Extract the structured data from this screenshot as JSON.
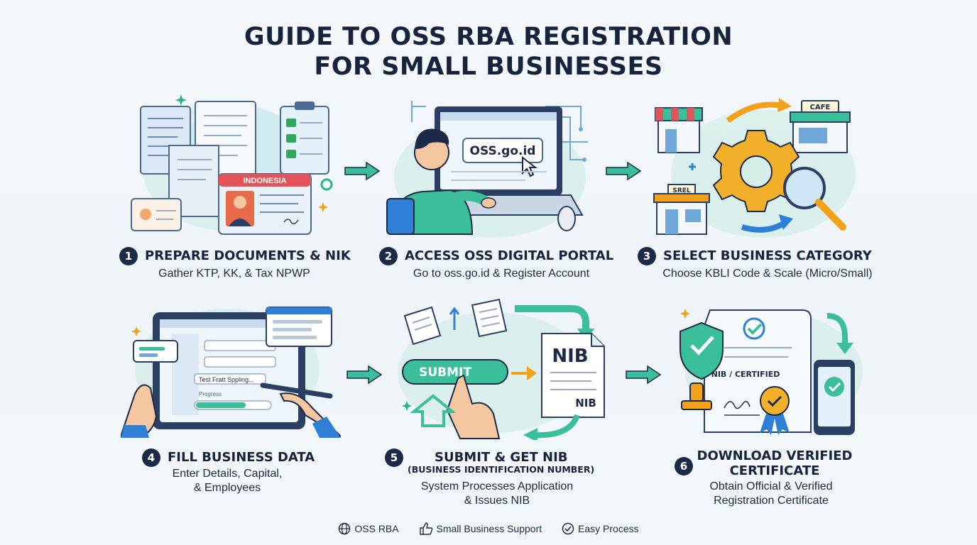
{
  "title": {
    "line1": "GUIDE TO OSS RBA REGISTRATION",
    "line2": "FOR SMALL BUSINESSES"
  },
  "steps": [
    {
      "num": "1",
      "title": "PREPARE DOCUMENTS & NIK",
      "desc": [
        "Gather KTP, KK, & Tax NPWP"
      ],
      "icon": "documents-icon",
      "card_label": "INDONESIA"
    },
    {
      "num": "2",
      "title": "ACCESS OSS DIGITAL PORTAL",
      "desc": [
        "Go to oss.go.id & Register Account"
      ],
      "icon": "laptop-icon",
      "screen_label": "OSS.go.id"
    },
    {
      "num": "3",
      "title": "SELECT BUSINESS CATEGORY",
      "desc": [
        "Choose KBLI Code & Scale (Micro/Small)"
      ],
      "icon": "gear-icon",
      "shop1": "CAFE",
      "shop2": "SREL"
    },
    {
      "num": "4",
      "title": "FILL BUSINESS DATA",
      "desc": [
        "Enter Details, Capital,",
        "& Employees"
      ],
      "icon": "tablet-icon",
      "field_text": "Test Fratt Sppling...",
      "progress_label": "Progress"
    },
    {
      "num": "5",
      "title": "SUBMIT & GET NIB",
      "subtitle": "(BUSINESS IDENTIFICATION NUMBER)",
      "desc": [
        "System Processes Application",
        "& Issues NIB"
      ],
      "icon": "submit-icon",
      "button_label": "SUBMIT",
      "doc_big": "NIB",
      "doc_small": "NIB"
    },
    {
      "num": "6",
      "title": "DOWNLOAD VERIFIED",
      "title2": "CERTIFICATE",
      "desc": [
        "Obtain Official & Verified",
        "Registration Certificate"
      ],
      "icon": "certificate-icon",
      "cert_label": "NIB / CERTIFIED"
    }
  ],
  "footer": [
    {
      "label": "OSS RBA",
      "icon": "globe-icon"
    },
    {
      "label": "Small Business Support",
      "icon": "thumbs-up-icon"
    },
    {
      "label": "Easy Process",
      "icon": "check-circle-icon"
    }
  ],
  "colors": {
    "accent": "#2bb38a",
    "navy": "#1c2a47",
    "blue": "#2f7fd6",
    "orange": "#f2a21a"
  }
}
